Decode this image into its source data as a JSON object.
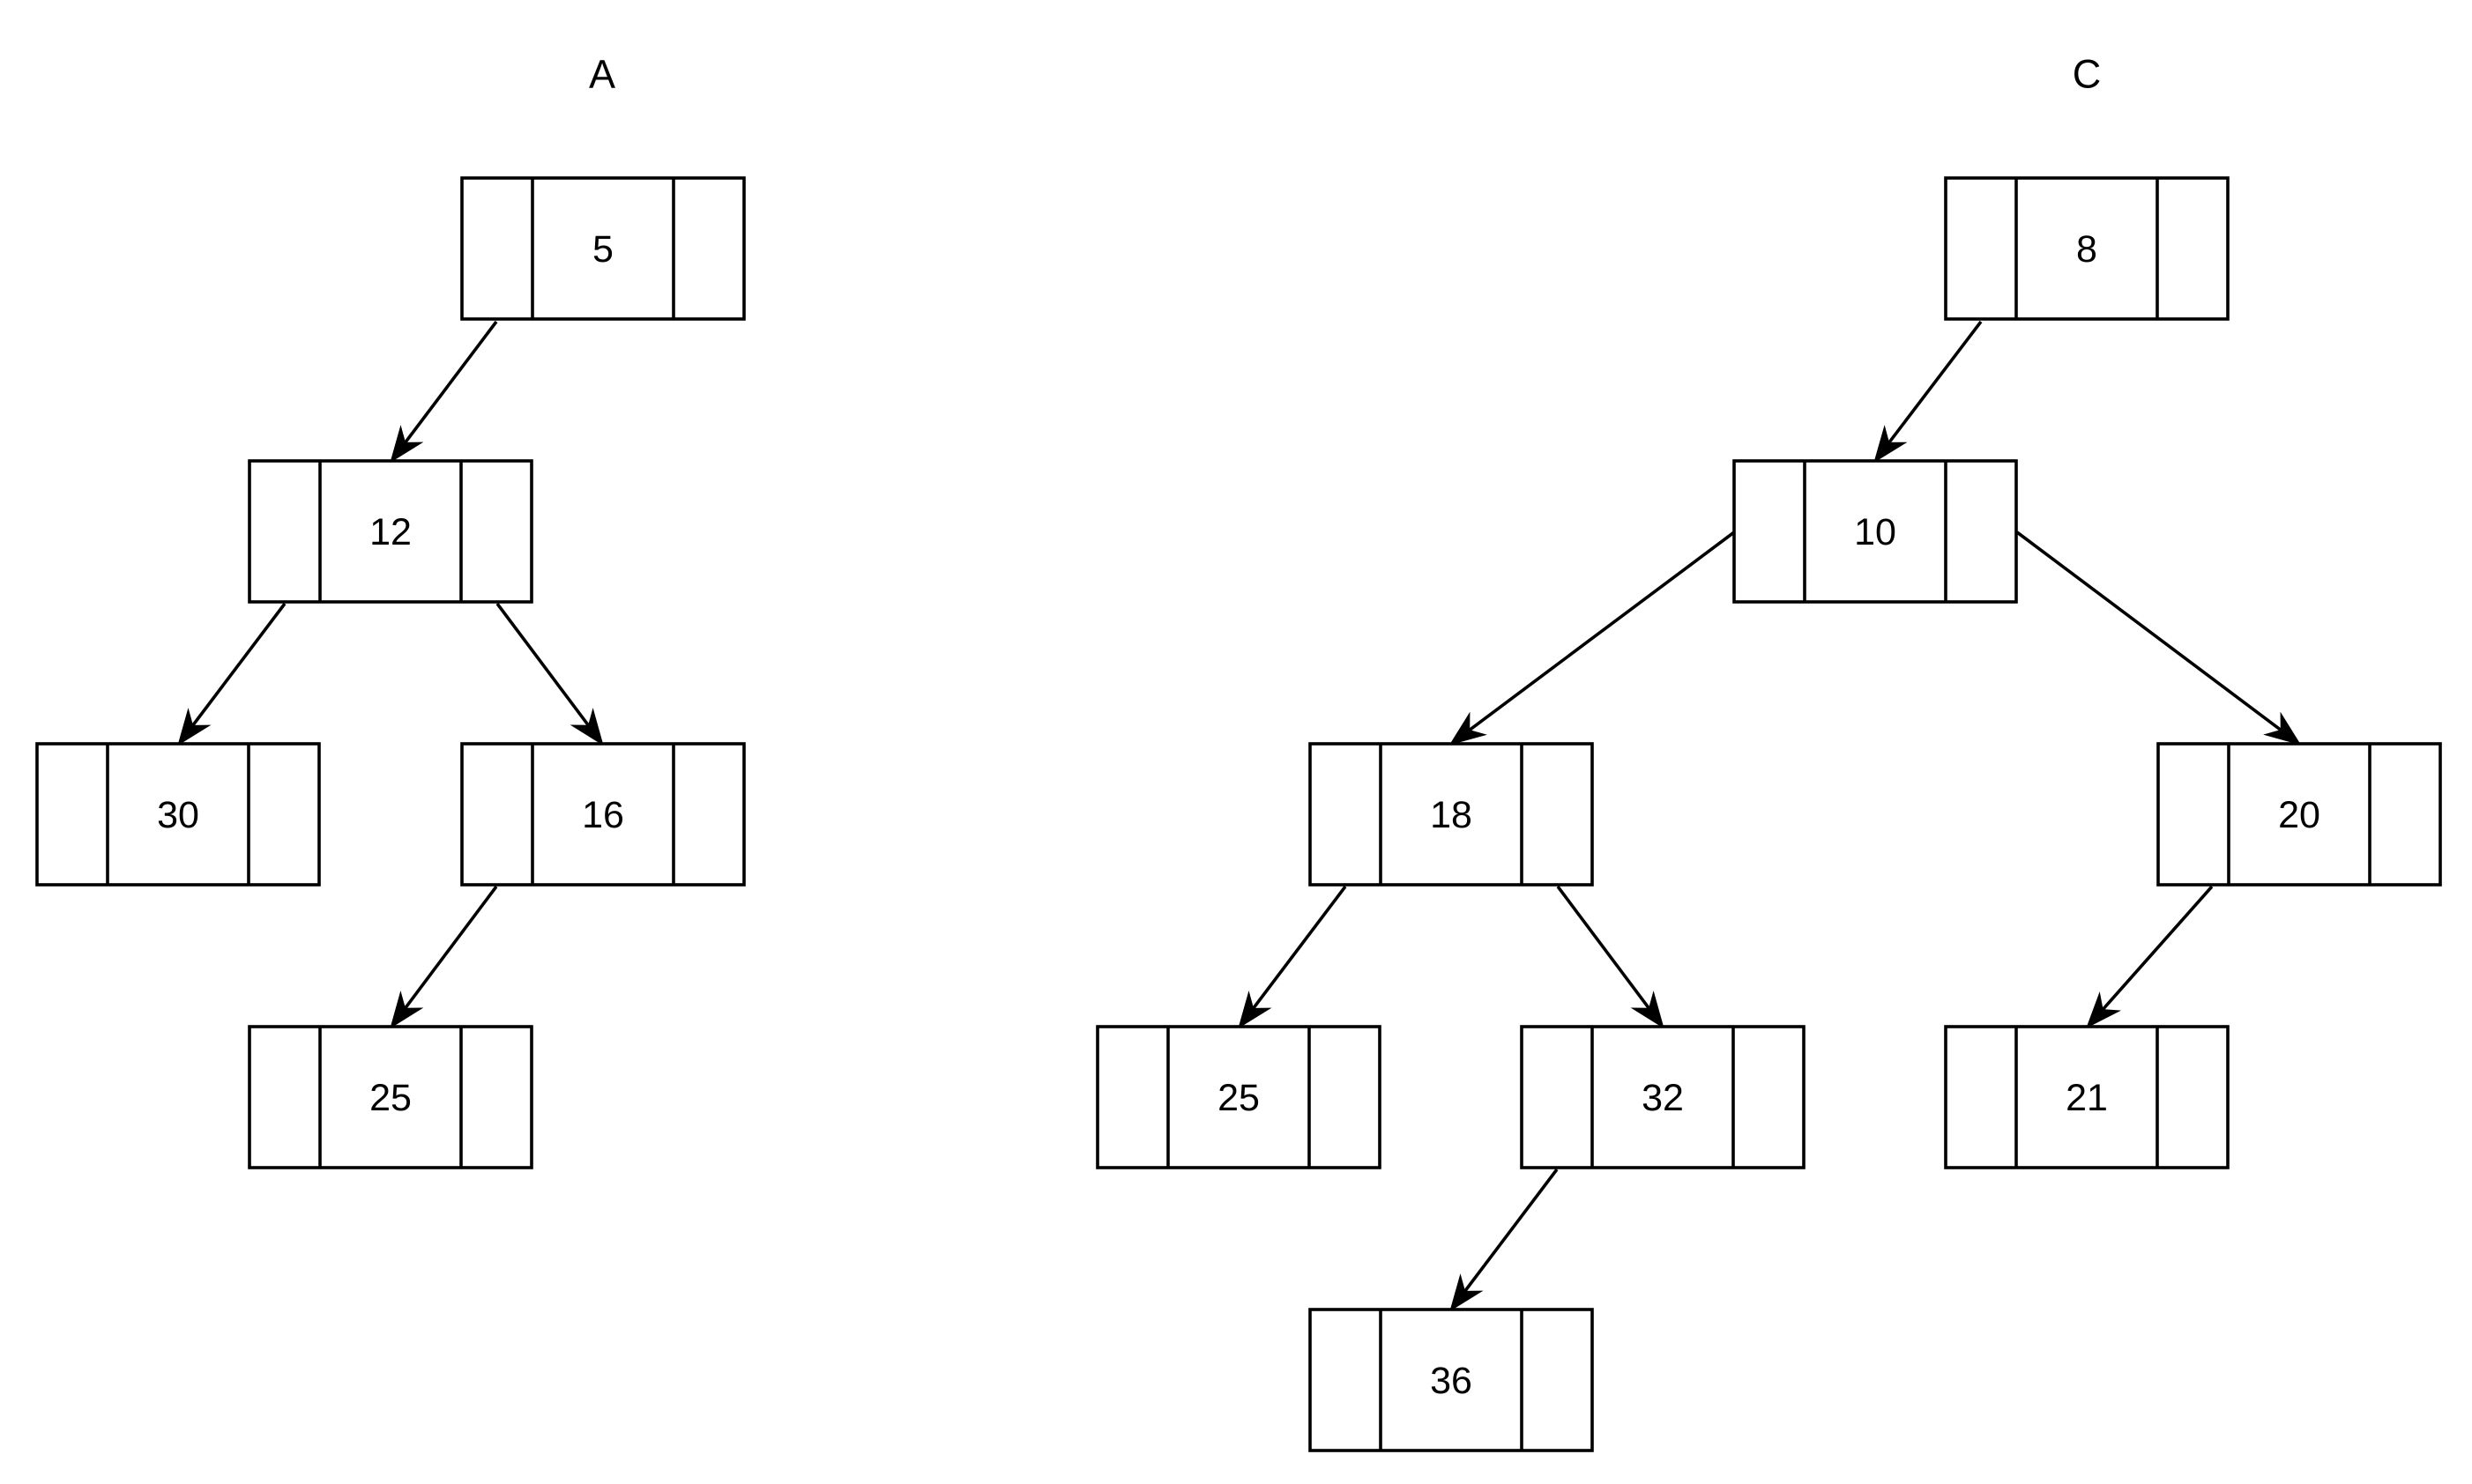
{
  "trees": [
    {
      "title": "A",
      "nodes": [
        {
          "id": "a-5",
          "value": "5"
        },
        {
          "id": "a-12",
          "value": "12"
        },
        {
          "id": "a-30",
          "value": "30"
        },
        {
          "id": "a-16",
          "value": "16"
        },
        {
          "id": "a-25",
          "value": "25"
        }
      ],
      "edges": [
        {
          "from": "a-5",
          "to": "a-12"
        },
        {
          "from": "a-12",
          "to": "a-30"
        },
        {
          "from": "a-12",
          "to": "a-16"
        },
        {
          "from": "a-16",
          "to": "a-25"
        }
      ]
    },
    {
      "title": "C",
      "nodes": [
        {
          "id": "c-8",
          "value": "8"
        },
        {
          "id": "c-10",
          "value": "10"
        },
        {
          "id": "c-18",
          "value": "18"
        },
        {
          "id": "c-20",
          "value": "20"
        },
        {
          "id": "c-25",
          "value": "25"
        },
        {
          "id": "c-32",
          "value": "32"
        },
        {
          "id": "c-21",
          "value": "21"
        },
        {
          "id": "c-36",
          "value": "36"
        }
      ],
      "edges": [
        {
          "from": "c-8",
          "to": "c-10"
        },
        {
          "from": "c-10",
          "to": "c-18"
        },
        {
          "from": "c-10",
          "to": "c-20"
        },
        {
          "from": "c-18",
          "to": "c-25"
        },
        {
          "from": "c-18",
          "to": "c-32"
        },
        {
          "from": "c-20",
          "to": "c-21"
        },
        {
          "from": "c-32",
          "to": "c-36"
        }
      ]
    }
  ]
}
